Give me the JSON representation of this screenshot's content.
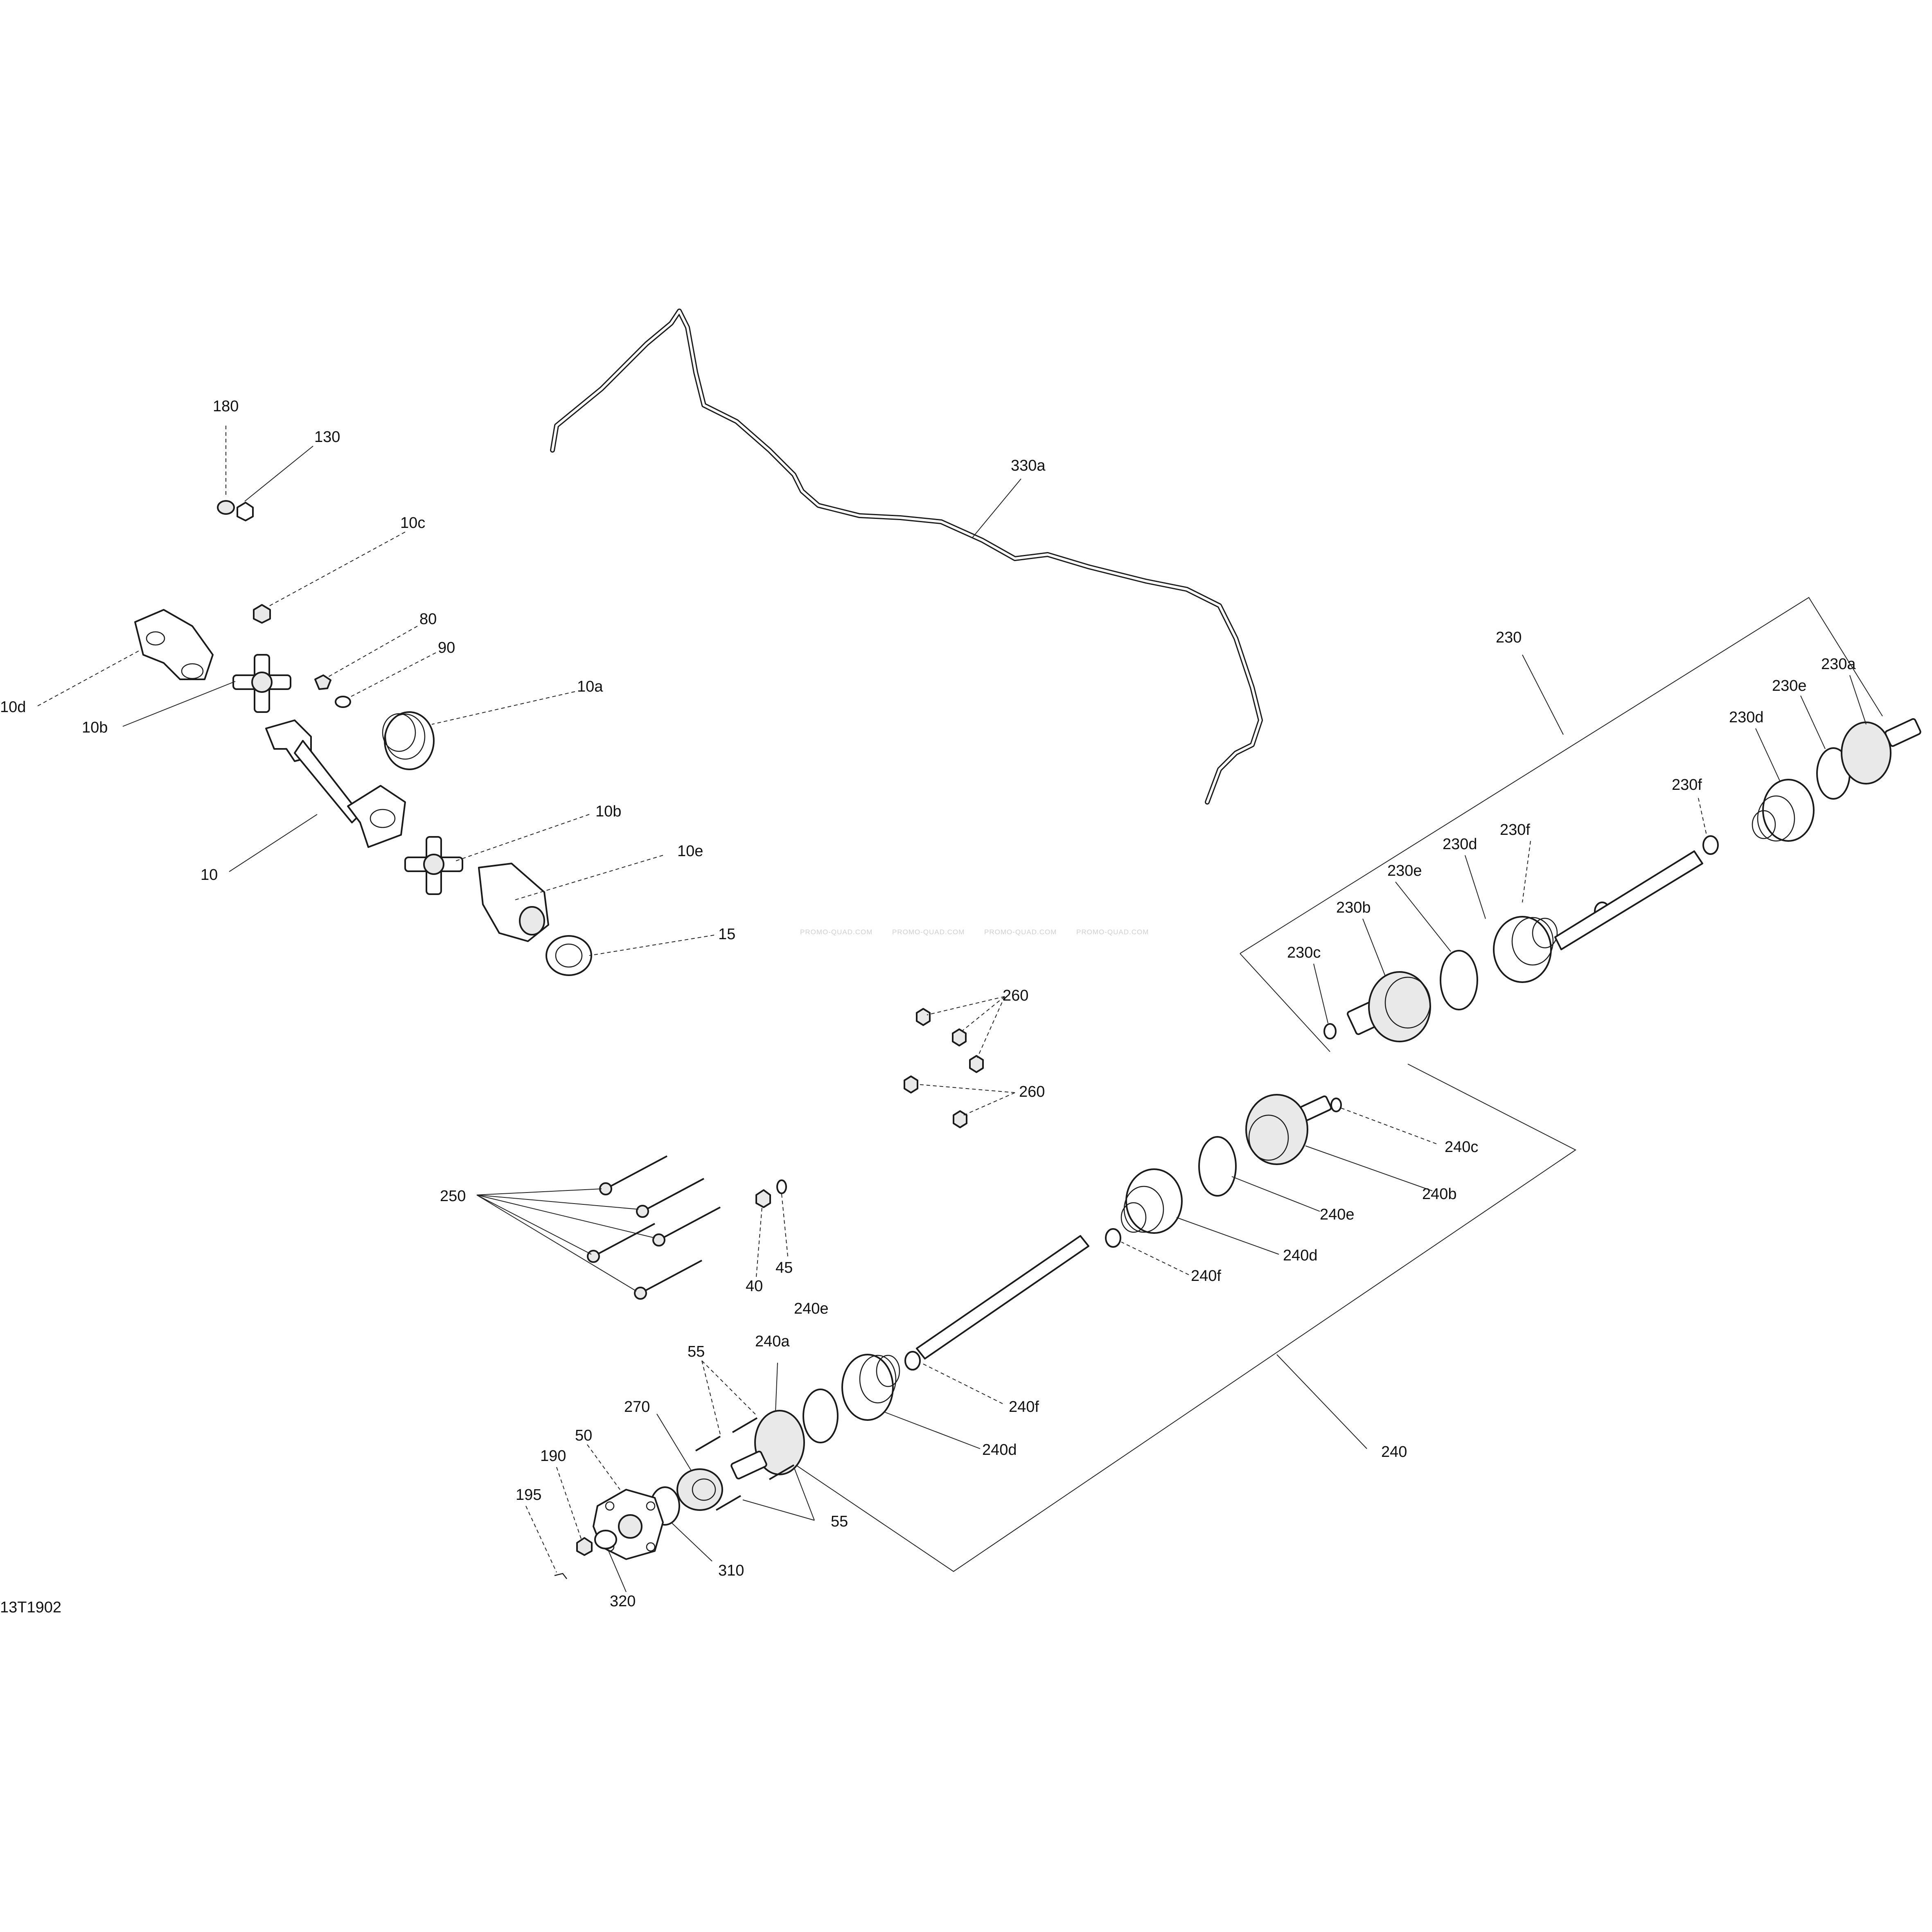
{
  "diagram_ref": "13T1902",
  "watermark": "PROMO-QUAD.COM",
  "callouts": [
    {
      "id": "c180",
      "text": "180"
    },
    {
      "id": "c130",
      "text": "130"
    },
    {
      "id": "c10c",
      "text": "10c"
    },
    {
      "id": "c80",
      "text": "80"
    },
    {
      "id": "c90",
      "text": "90"
    },
    {
      "id": "c10a",
      "text": "10a"
    },
    {
      "id": "c10d",
      "text": "10d"
    },
    {
      "id": "c10b_1",
      "text": "10b"
    },
    {
      "id": "c10",
      "text": "10"
    },
    {
      "id": "c10b_2",
      "text": "10b"
    },
    {
      "id": "c10e",
      "text": "10e"
    },
    {
      "id": "c15",
      "text": "15"
    },
    {
      "id": "c330a",
      "text": "330a"
    },
    {
      "id": "c230",
      "text": "230"
    },
    {
      "id": "c230a",
      "text": "230a"
    },
    {
      "id": "c230e_1",
      "text": "230e"
    },
    {
      "id": "c230d_1",
      "text": "230d"
    },
    {
      "id": "c230f_1",
      "text": "230f"
    },
    {
      "id": "c230f_2",
      "text": "230f"
    },
    {
      "id": "c230d_2",
      "text": "230d"
    },
    {
      "id": "c230e_2",
      "text": "230e"
    },
    {
      "id": "c230b",
      "text": "230b"
    },
    {
      "id": "c230c",
      "text": "230c"
    },
    {
      "id": "c260_1",
      "text": "260"
    },
    {
      "id": "c260_2",
      "text": "260"
    },
    {
      "id": "c240c",
      "text": "240c"
    },
    {
      "id": "c240b",
      "text": "240b"
    },
    {
      "id": "c240e_1",
      "text": "240e"
    },
    {
      "id": "c240d_1",
      "text": "240d"
    },
    {
      "id": "c240f_1",
      "text": "240f"
    },
    {
      "id": "c250",
      "text": "250"
    },
    {
      "id": "c40",
      "text": "40"
    },
    {
      "id": "c45",
      "text": "45"
    },
    {
      "id": "c240e_2",
      "text": "240e"
    },
    {
      "id": "c240a",
      "text": "240a"
    },
    {
      "id": "c55_1",
      "text": "55"
    },
    {
      "id": "c240f_2",
      "text": "240f"
    },
    {
      "id": "c240d_2",
      "text": "240d"
    },
    {
      "id": "c240",
      "text": "240"
    },
    {
      "id": "c270",
      "text": "270"
    },
    {
      "id": "c50",
      "text": "50"
    },
    {
      "id": "c190",
      "text": "190"
    },
    {
      "id": "c195",
      "text": "195"
    },
    {
      "id": "c55_2",
      "text": "55"
    },
    {
      "id": "c310",
      "text": "310"
    },
    {
      "id": "c320",
      "text": "320"
    }
  ]
}
